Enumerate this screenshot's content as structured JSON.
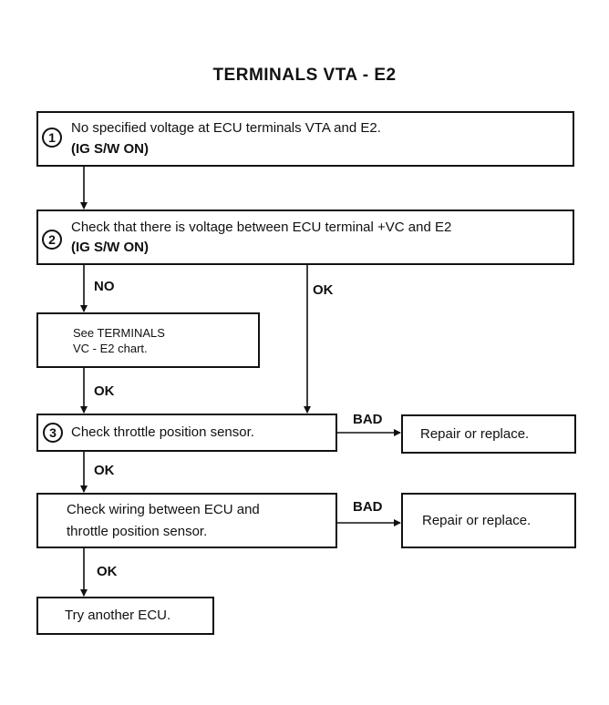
{
  "title": "TERMINALS VTA - E2",
  "step1": {
    "number": "1",
    "line1": "No specified voltage at ECU terminals VTA and E2.",
    "line2": "(IG S/W ON)"
  },
  "step2": {
    "number": "2",
    "line1": "Check that there is voltage between ECU terminal +VC and E2",
    "line2": "(IG S/W ON)"
  },
  "see_chart": {
    "line1": "See TERMINALS",
    "line2": "VC - E2 chart."
  },
  "step3": {
    "number": "3",
    "text": "Check throttle position sensor."
  },
  "wiring": {
    "line1": "Check wiring between ECU and",
    "line2": "throttle position sensor."
  },
  "repair1": "Repair or replace.",
  "repair2": "Repair or replace.",
  "final": "Try another ECU.",
  "labels": {
    "no": "NO",
    "ok_right": "OK",
    "ok_chart": "OK",
    "ok_step3": "OK",
    "ok_wiring": "OK",
    "bad1": "BAD",
    "bad2": "BAD"
  }
}
